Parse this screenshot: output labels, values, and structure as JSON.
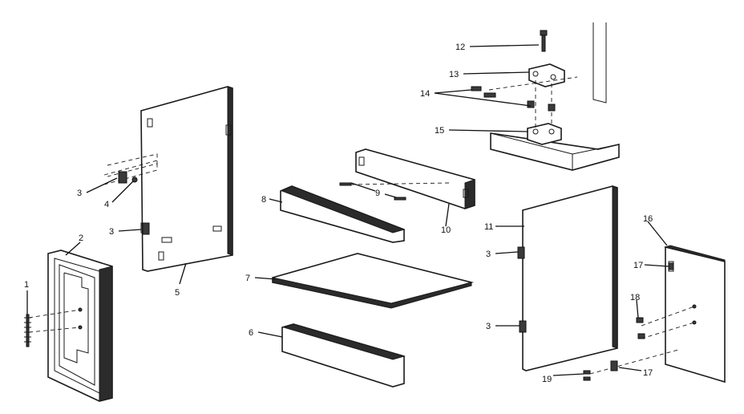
{
  "callouts": {
    "c1": "1",
    "c2": "2",
    "c3a": "3",
    "c3b": "3",
    "c3c": "3",
    "c3d": "3",
    "c4": "4",
    "c5": "5",
    "c6": "6",
    "c7": "7",
    "c8": "8",
    "c9": "9",
    "c10": "10",
    "c11": "11",
    "c12": "12",
    "c13": "13",
    "c14": "14",
    "c15": "15",
    "c16": "16",
    "c17a": "17",
    "c17b": "17",
    "c18": "18",
    "c19": "19"
  }
}
